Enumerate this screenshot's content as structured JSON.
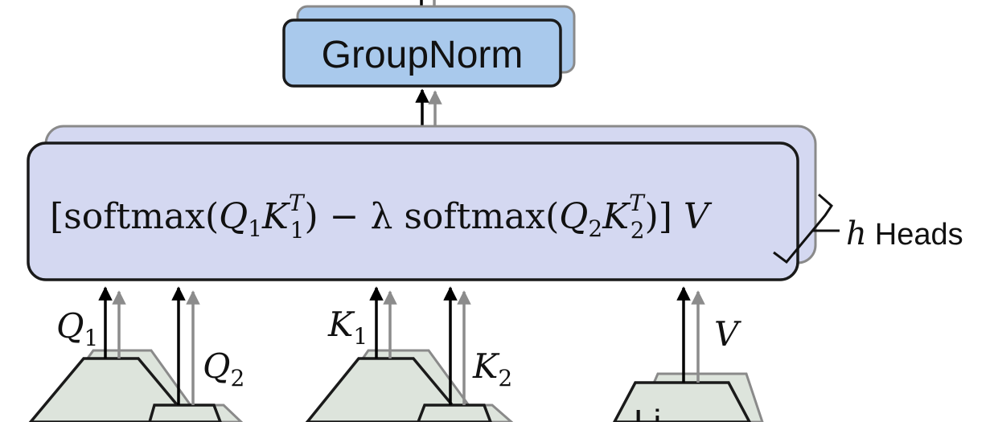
{
  "groupnorm": {
    "label": "GroupNorm"
  },
  "attention": {
    "formula": {
      "open_bracket": "[softmax(",
      "q1": "Q",
      "q1_sub": "1",
      "k1": "K",
      "k1_sub": "1",
      "k1_sup": "T",
      "minus_lambda": ") − λ softmax(",
      "q2": "Q",
      "q2_sub": "2",
      "k2": "K",
      "k2_sub": "2",
      "k2_sup": "T",
      "close_bracket": ")] ",
      "v": "V"
    }
  },
  "heads": {
    "h": "h",
    "label": "Heads"
  },
  "inputs": {
    "q1": {
      "letter": "Q",
      "sub": "1"
    },
    "q2": {
      "letter": "Q",
      "sub": "2"
    },
    "k1": {
      "letter": "K",
      "sub": "1"
    },
    "k2": {
      "letter": "K",
      "sub": "2"
    },
    "v": {
      "letter": "V"
    }
  },
  "linear_partial_text": "Li",
  "colors": {
    "groupnorm_fill": "#a9c9ec",
    "attention_fill": "#d4d8f1",
    "linear_fill": "#dde4dc",
    "arrow_black": "#000000",
    "arrow_gray": "#8c8c8c",
    "shadow_stroke": "#8a8a8a"
  }
}
